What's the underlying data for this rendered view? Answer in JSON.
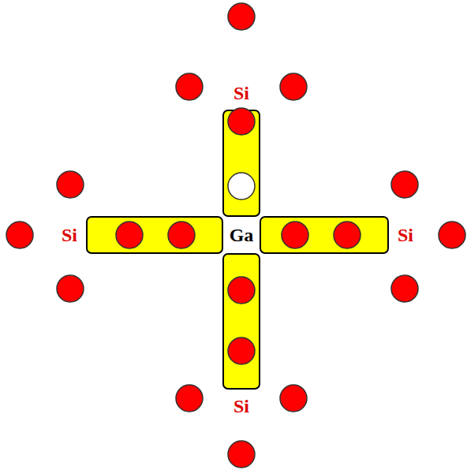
{
  "diagram": {
    "nodes": [
      {
        "text": [
          "Si"
        ]
      },
      {
        "text": [
          "Si"
        ]
      },
      {
        "text": [
          "Ga"
        ]
      },
      {
        "text": [
          "Si"
        ]
      },
      {
        "text": [
          "Si"
        ]
      }
    ],
    "edges": [
      {
        "from": 2,
        "to": 0,
        "arrow": "none"
      },
      {
        "from": 2,
        "to": 1,
        "arrow": "none"
      },
      {
        "from": 2,
        "to": 3,
        "arrow": "none"
      },
      {
        "from": 2,
        "to": 4,
        "arrow": "none"
      }
    ]
  }
}
